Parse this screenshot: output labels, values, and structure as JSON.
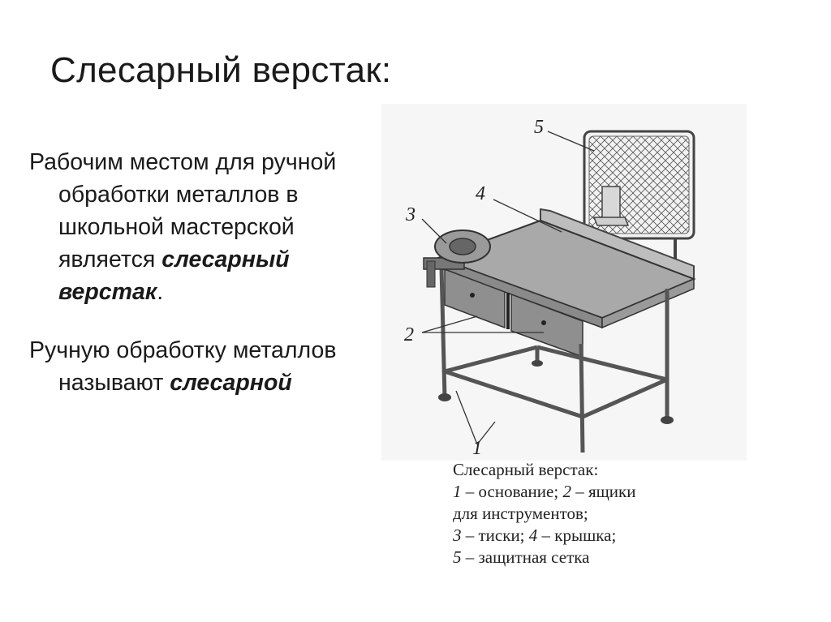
{
  "title": "Слесарный верстак:",
  "paragraphs": [
    {
      "text": "Рабочим местом для ручной обработки металлов в школьной мастерской является",
      "emphasis": "слесарный верстак",
      "tail": "."
    },
    {
      "text": "Ручную обработку металлов называют",
      "emphasis": "слесарной",
      "tail": ""
    }
  ],
  "figure": {
    "labels": {
      "n1": "1",
      "n2": "2",
      "n3": "3",
      "n4": "4",
      "n5": "5"
    },
    "caption": {
      "line1": "Слесарный верстак:",
      "n1": "1",
      "t1": " – основание; ",
      "n2": "2",
      "t2": " – ящики",
      "line3": "для инструментов;",
      "n3": "3",
      "t3": " – тиски; ",
      "n4": "4",
      "t4": " – крышка;",
      "n5": "5",
      "t5": " – защитная сетка"
    }
  }
}
